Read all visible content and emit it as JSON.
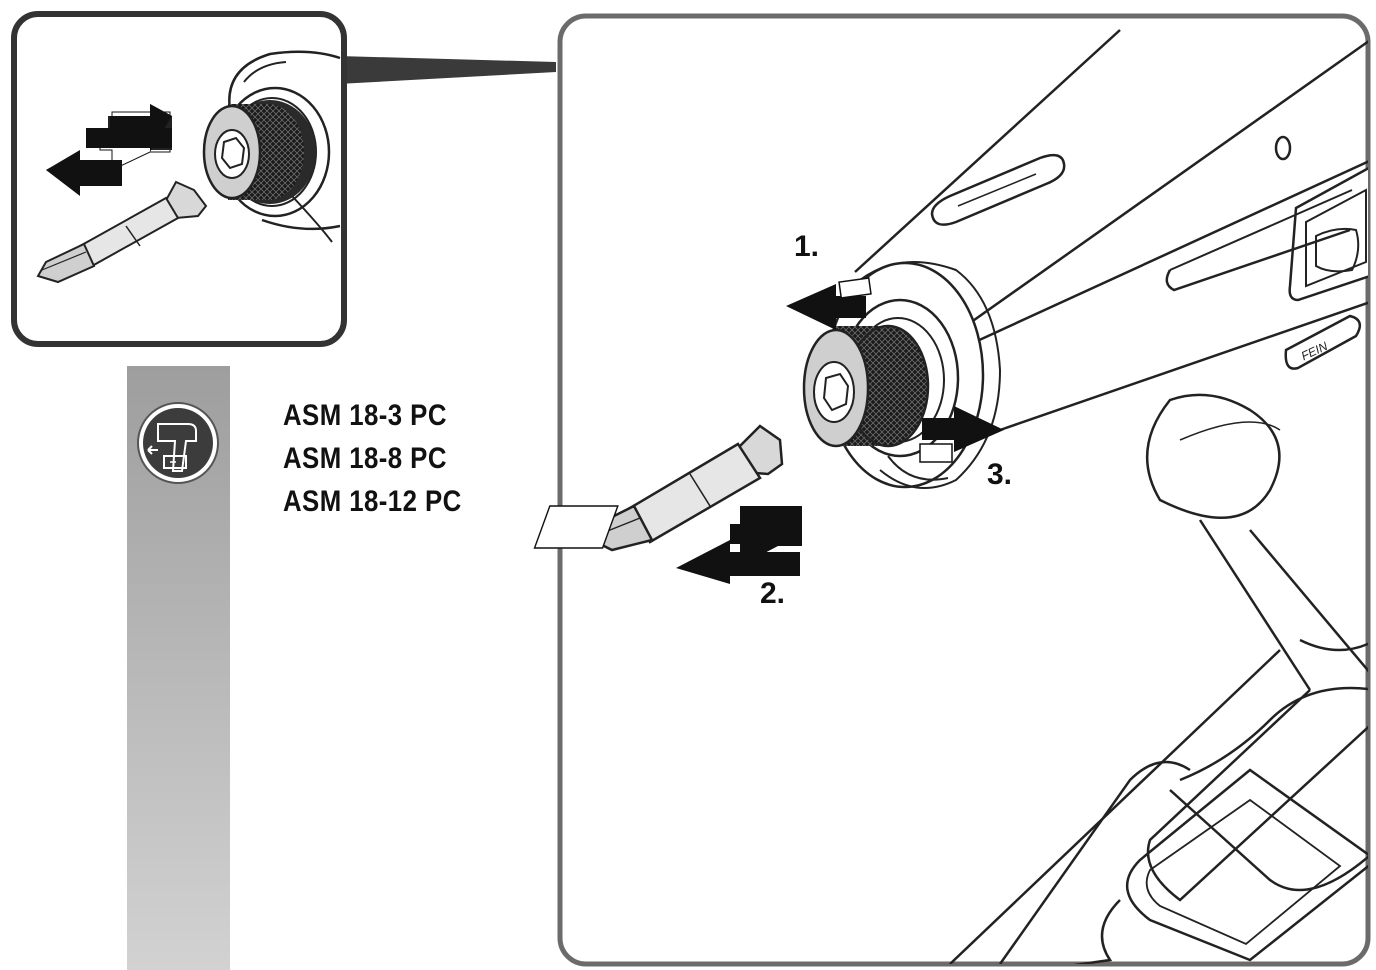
{
  "models": [
    "ASM 18-3 PC",
    "ASM 18-8 PC",
    "ASM 18-12 PC"
  ],
  "steps": [
    "1.",
    "2.",
    "3."
  ],
  "icons": {
    "sidebar": "cordless-screwdriver-battery-icon",
    "bit": "phillips-screwdriver-bit",
    "chuck": "quick-change-bit-holder",
    "arrow": "double-arrow-insert-remove"
  },
  "colors": {
    "sidebar_bar": "#b9b9b9",
    "frame_stroke": "#6b6b6b",
    "line_art": "#222222",
    "text": "#111111"
  }
}
